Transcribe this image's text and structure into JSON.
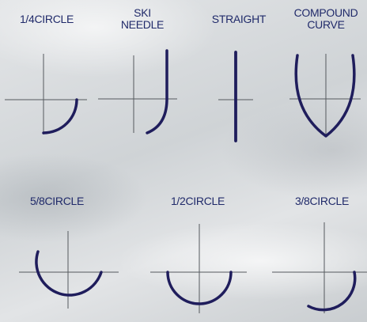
{
  "diagram": {
    "needles": [
      {
        "id": "quarter-circle",
        "label_lines": [
          "1/4CIRCLE"
        ]
      },
      {
        "id": "ski-needle",
        "label_lines": [
          "SKI",
          "NEEDLE"
        ]
      },
      {
        "id": "straight",
        "label_lines": [
          "STRAIGHT"
        ]
      },
      {
        "id": "compound-curve",
        "label_lines": [
          "COMPOUND",
          "CURVE"
        ]
      },
      {
        "id": "five-eighths-circle",
        "label_lines": [
          "5/8CIRCLE"
        ]
      },
      {
        "id": "half-circle",
        "label_lines": [
          "1/2CIRCLE"
        ]
      },
      {
        "id": "three-eighths-circle",
        "label_lines": [
          "3/8CIRCLE"
        ]
      }
    ],
    "colors": {
      "label": "#202a6a",
      "needle": "#1f1d5c",
      "axis": "#55595e"
    }
  }
}
